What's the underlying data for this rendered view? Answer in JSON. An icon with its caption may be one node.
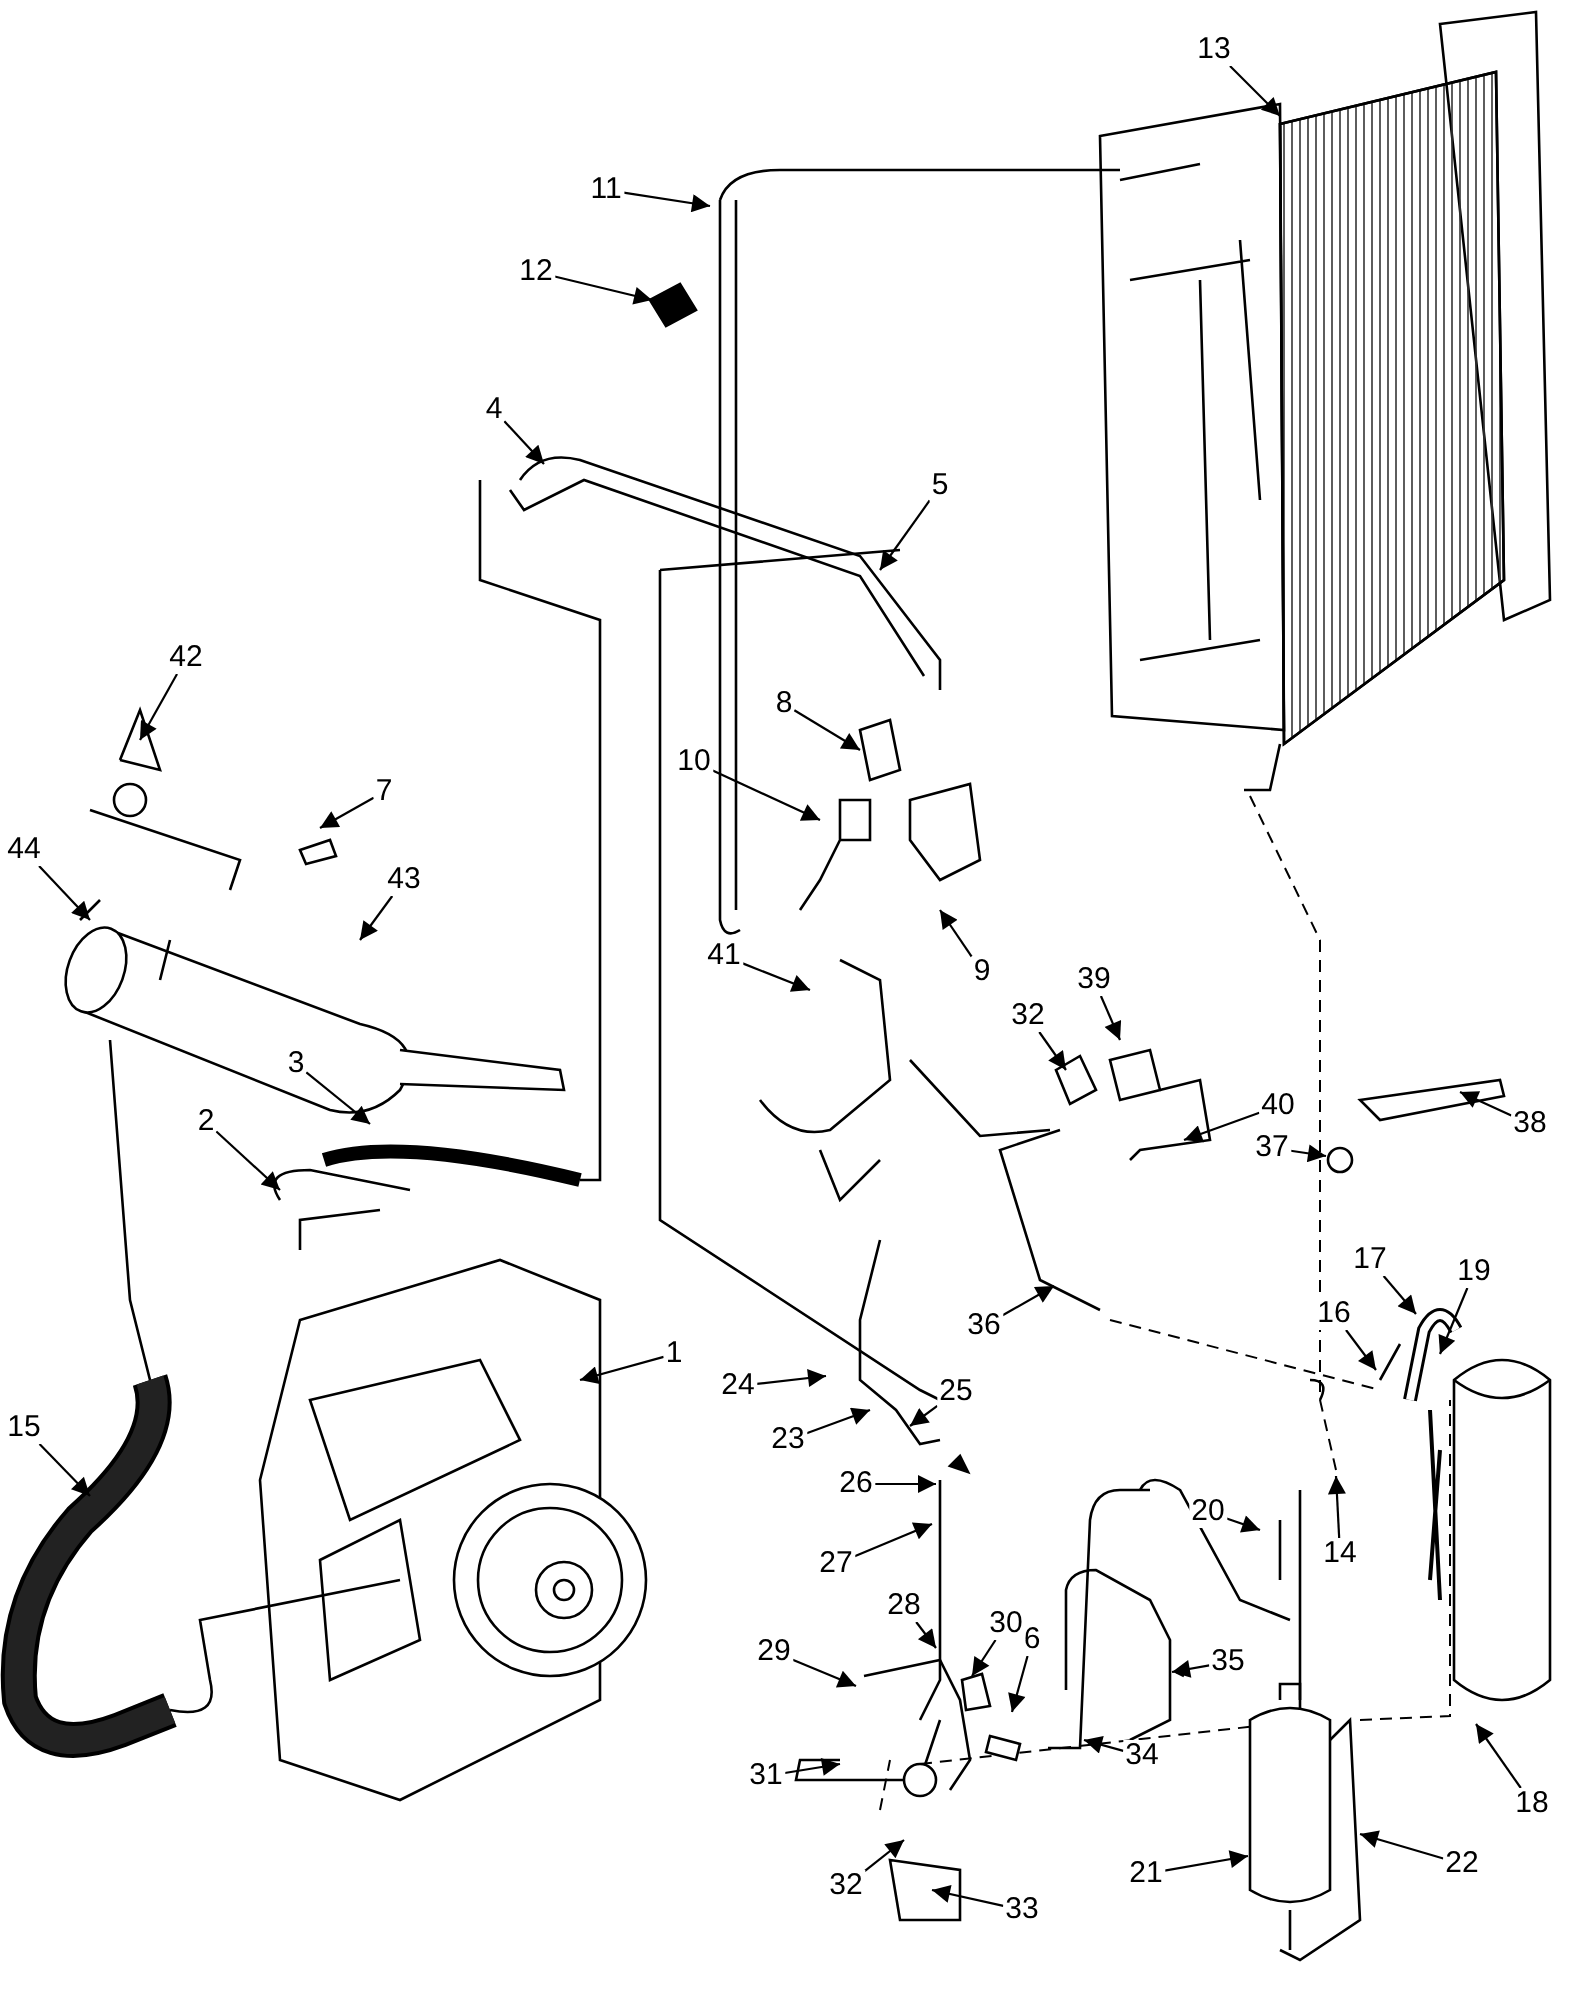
{
  "diagram": {
    "nodes": [
      {
        "text": [
          "1"
        ]
      },
      {
        "text": [
          "2"
        ]
      },
      {
        "text": [
          "3"
        ]
      },
      {
        "text": [
          "4"
        ]
      },
      {
        "text": [
          "5"
        ]
      },
      {
        "text": [
          "6"
        ]
      },
      {
        "text": [
          "7"
        ]
      },
      {
        "text": [
          "8"
        ]
      },
      {
        "text": [
          "9"
        ]
      },
      {
        "text": [
          "10"
        ]
      },
      {
        "text": [
          "11"
        ]
      },
      {
        "text": [
          "12"
        ]
      },
      {
        "text": [
          "13"
        ]
      },
      {
        "text": [
          "14"
        ]
      },
      {
        "text": [
          "15"
        ]
      },
      {
        "text": [
          "16"
        ]
      },
      {
        "text": [
          "17"
        ]
      },
      {
        "text": [
          "18"
        ]
      },
      {
        "text": [
          "19"
        ]
      },
      {
        "text": [
          "20"
        ]
      },
      {
        "text": [
          "21"
        ]
      },
      {
        "text": [
          "22"
        ]
      },
      {
        "text": [
          "23"
        ]
      },
      {
        "text": [
          "24"
        ]
      },
      {
        "text": [
          "25"
        ]
      },
      {
        "text": [
          "26"
        ]
      },
      {
        "text": [
          "27"
        ]
      },
      {
        "text": [
          "28"
        ]
      },
      {
        "text": [
          "29"
        ]
      },
      {
        "text": [
          "30"
        ]
      },
      {
        "text": [
          "31"
        ]
      },
      {
        "text": [
          "32"
        ]
      },
      {
        "text": [
          "39"
        ]
      },
      {
        "text": [
          "40"
        ]
      },
      {
        "text": [
          "36"
        ]
      },
      {
        "text": [
          "32"
        ]
      },
      {
        "text": [
          "33"
        ]
      },
      {
        "text": [
          "34"
        ]
      },
      {
        "text": [
          "35"
        ]
      },
      {
        "text": [
          "37"
        ]
      },
      {
        "text": [
          "38"
        ]
      },
      {
        "text": [
          "41"
        ]
      },
      {
        "text": [
          "42"
        ]
      },
      {
        "text": [
          "43"
        ]
      },
      {
        "text": [
          "44"
        ]
      }
    ],
    "edges": [
      {
        "from": 0,
        "to": null,
        "arrow": "to"
      },
      {
        "from": 1,
        "to": null,
        "arrow": "to"
      },
      {
        "from": 2,
        "to": null,
        "arrow": "to"
      },
      {
        "from": 3,
        "to": null,
        "arrow": "to"
      },
      {
        "from": 4,
        "to": null,
        "arrow": "to"
      },
      {
        "from": 5,
        "to": null,
        "arrow": "to"
      },
      {
        "from": 6,
        "to": null,
        "arrow": "to"
      },
      {
        "from": 7,
        "to": null,
        "arrow": "to"
      },
      {
        "from": 8,
        "to": null,
        "arrow": "to"
      },
      {
        "from": 9,
        "to": null,
        "arrow": "to"
      },
      {
        "from": 10,
        "to": null,
        "arrow": "to"
      },
      {
        "from": 11,
        "to": null,
        "arrow": "to"
      },
      {
        "from": 12,
        "to": null,
        "arrow": "to"
      },
      {
        "from": 13,
        "to": null,
        "arrow": "to"
      },
      {
        "from": 14,
        "to": null,
        "arrow": "to"
      },
      {
        "from": 15,
        "to": null,
        "arrow": "to"
      },
      {
        "from": 16,
        "to": null,
        "arrow": "to"
      },
      {
        "from": 17,
        "to": null,
        "arrow": "to"
      },
      {
        "from": 18,
        "to": null,
        "arrow": "to"
      },
      {
        "from": 19,
        "to": null,
        "arrow": "to"
      },
      {
        "from": 20,
        "to": null,
        "arrow": "to"
      },
      {
        "from": 21,
        "to": null,
        "arrow": "to"
      },
      {
        "from": 22,
        "to": null,
        "arrow": "to"
      },
      {
        "from": 23,
        "to": null,
        "arrow": "to"
      },
      {
        "from": 24,
        "to": null,
        "arrow": "to"
      },
      {
        "from": 25,
        "to": null,
        "arrow": "to"
      },
      {
        "from": 26,
        "to": null,
        "arrow": "to"
      },
      {
        "from": 27,
        "to": null,
        "arrow": "to"
      },
      {
        "from": 28,
        "to": null,
        "arrow": "to"
      },
      {
        "from": 29,
        "to": null,
        "arrow": "to"
      },
      {
        "from": 30,
        "to": null,
        "arrow": "to"
      },
      {
        "from": 31,
        "to": null,
        "arrow": "to"
      },
      {
        "from": 32,
        "to": null,
        "arrow": "to"
      },
      {
        "from": 33,
        "to": null,
        "arrow": "to"
      },
      {
        "from": 34,
        "to": null,
        "arrow": "to"
      },
      {
        "from": 35,
        "to": null,
        "arrow": "to"
      },
      {
        "from": 36,
        "to": null,
        "arrow": "to"
      },
      {
        "from": 37,
        "to": null,
        "arrow": "to"
      },
      {
        "from": 38,
        "to": null,
        "arrow": "to"
      },
      {
        "from": 39,
        "to": null,
        "arrow": "to"
      },
      {
        "from": 40,
        "to": null,
        "arrow": "to"
      },
      {
        "from": 41,
        "to": null,
        "arrow": "to"
      },
      {
        "from": 42,
        "to": null,
        "arrow": "to"
      },
      {
        "from": 43,
        "to": null,
        "arrow": "to"
      },
      {
        "from": 44,
        "to": null,
        "arrow": "to"
      }
    ]
  }
}
